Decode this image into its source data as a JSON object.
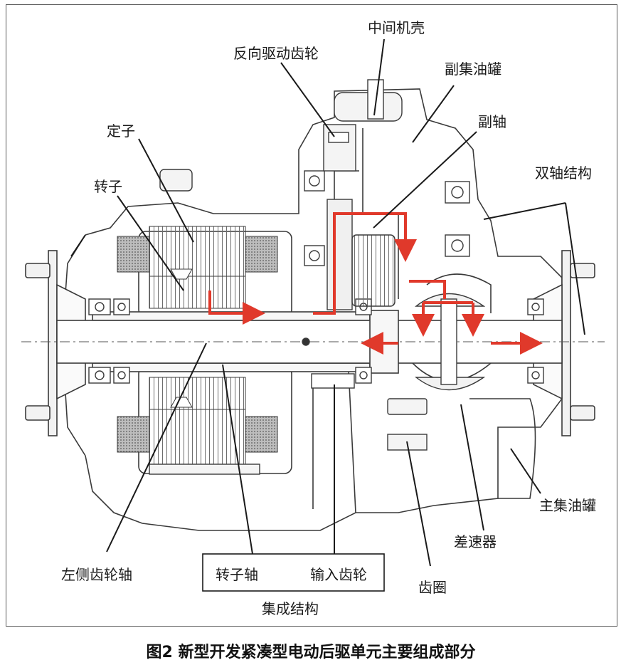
{
  "labels": {
    "middle_housing": "中间机壳",
    "reverse_drive_gear": "反向驱动齿轮",
    "sub_oil_tank": "副集油罐",
    "stator": "定子",
    "countershaft": "副轴",
    "rotor": "转子",
    "dual_shaft_structure": "双轴结构",
    "main_oil_tank": "主集油罐",
    "differential": "差速器",
    "left_gear_shaft": "左侧齿轮轴",
    "rotor_shaft": "转子轴",
    "input_gear": "输入齿轮",
    "ring_gear": "齿圈",
    "integrated_structure": "集成结构"
  },
  "caption": "图2 新型开发紧凑型电动后驱单元主要组成部分",
  "colors": {
    "line": "#3a3a3a",
    "arrow": "#e0392b",
    "winding": "#9a9a9a",
    "fill": "#ececec"
  }
}
